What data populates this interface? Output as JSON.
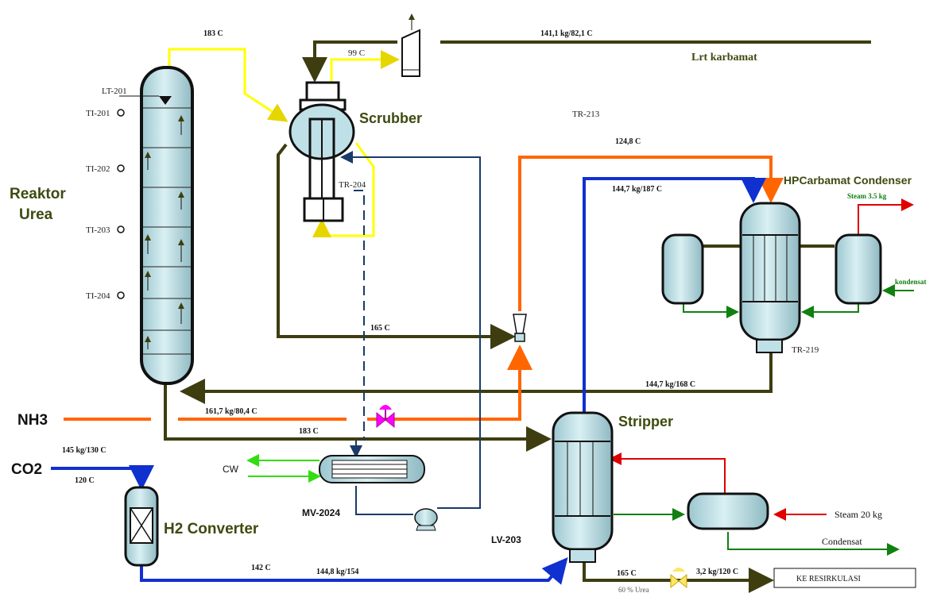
{
  "equipment": {
    "reactor": "Reaktor\nUrea",
    "reactor_line1": "Reaktor",
    "reactor_line2": "Urea",
    "scrubber": "Scrubber",
    "stripper": "Stripper",
    "hp_condenser": "HPCarbamat Condenser",
    "h2_converter": "H2 Converter",
    "mv": "MV-2024",
    "lv": "LV-203"
  },
  "instruments": {
    "lt201": "LT-201",
    "ti201": "TI-201",
    "ti202": "TI-202",
    "ti203": "TI-203",
    "ti204": "TI-204",
    "tr213": "TR-213",
    "tr204": "TR-204",
    "tr219": "TR-219"
  },
  "streams": {
    "nh3": "NH3",
    "co2": "CO2",
    "cw": "CW",
    "lrt_karbamat": "Lrt karbamat",
    "steam_35": "Steam 3.5 kg",
    "kondensat": "kondensat",
    "steam_20": "Steam 20 kg",
    "condensat": "Condensat",
    "ke_resirkulasi": "KE RESIRKULASI",
    "urea_60": "60 % Urea"
  },
  "conditions": {
    "t183_top": "183 C",
    "t99": "99 C",
    "flow_141": "141,1 kg/82,1 C",
    "t124": "124,8 C",
    "flow_1447_187": "144,7 kg/187 C",
    "t165_mid": "165 C",
    "flow_1447_168": "144,7 kg/168 C",
    "flow_1617": "161,7 kg/80,4 C",
    "t183_mid": "183 C",
    "flow_145": "145 kg/130 C",
    "t120": "120 C",
    "t142": "142 C",
    "flow_1448": "144,8 kg/154",
    "t165_bot": "165 C",
    "flow_32": "3,2 kg/120 C"
  },
  "colors": {
    "carbamate_line": "#3d3d10",
    "hot_gas": "#ffff00",
    "nh3_line": "#ff6600",
    "co2_line": "#1030d0",
    "steam_line": "#e00000",
    "condensate_line": "#108010",
    "cw_line": "#33dd11",
    "cooling_dash": "#1a3a6a",
    "valve": "#ff00ff",
    "vessel_fill": "#bfe0e6"
  }
}
